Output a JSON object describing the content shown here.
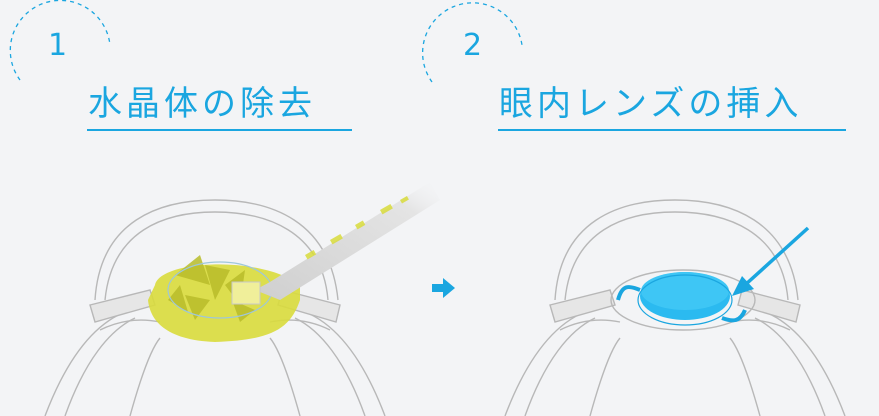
{
  "steps": [
    {
      "number": "1",
      "title": "水晶体の除去"
    },
    {
      "number": "2",
      "title": "眼内レンズの挿入"
    }
  ],
  "colors": {
    "accent": "#1aa6e0",
    "lens_fragments": "#d9dc3c",
    "eye_outline": "#b8b8b8",
    "background": "#f3f4f6"
  }
}
